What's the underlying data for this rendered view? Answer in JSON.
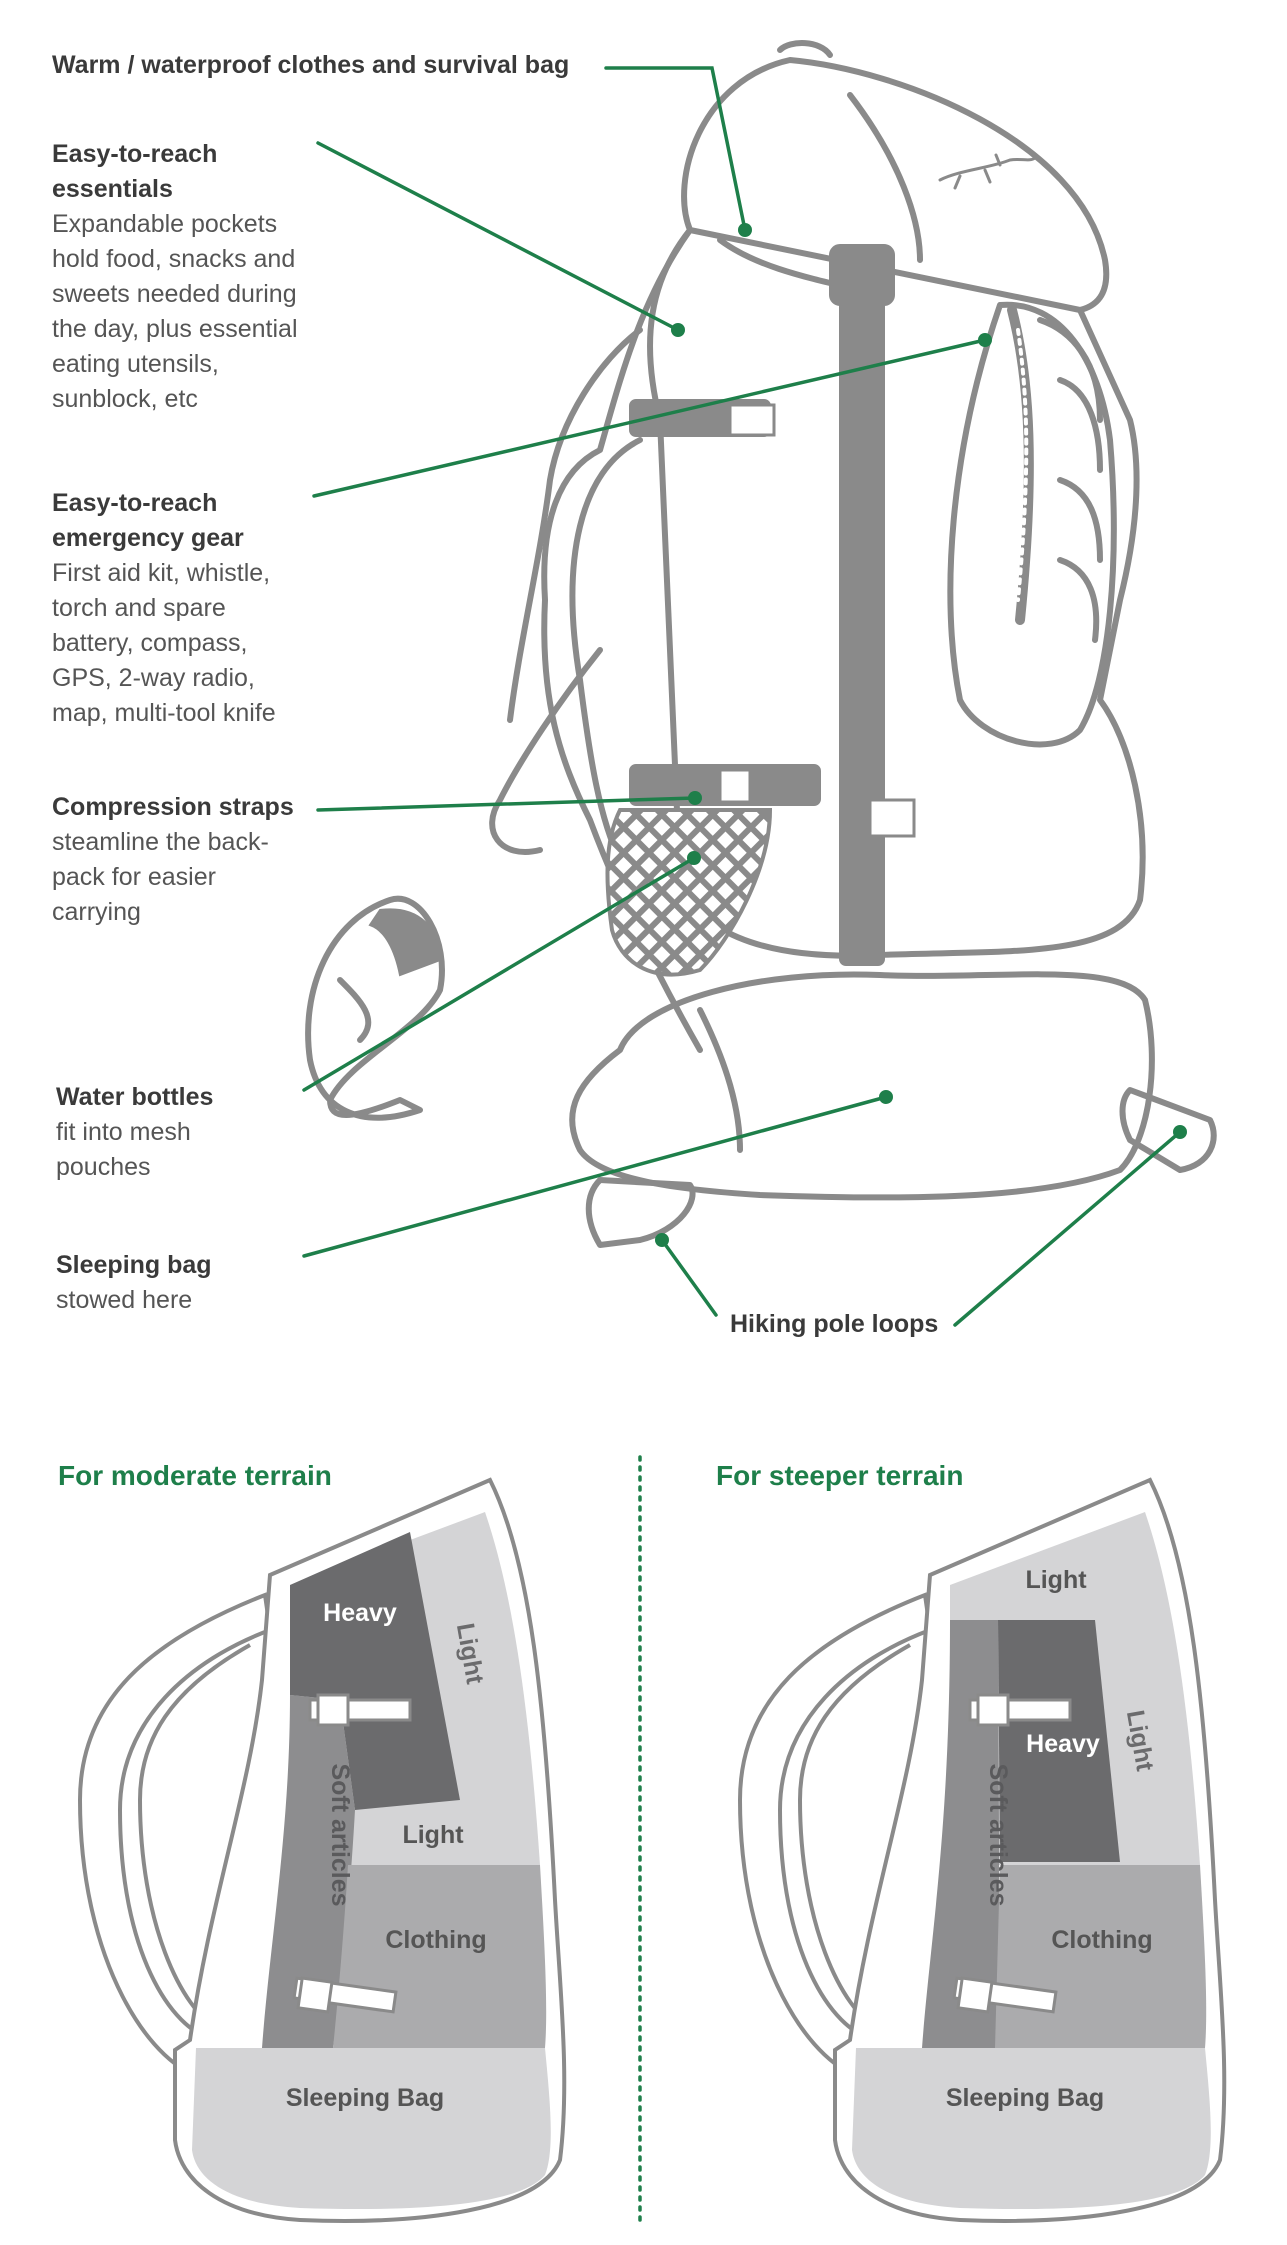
{
  "callouts": {
    "warm": {
      "title": "Warm / waterproof clothes and survival bag"
    },
    "essentials": {
      "title_lines": [
        "Easy-to-reach",
        "essentials"
      ],
      "desc_lines": [
        "Expandable pockets",
        "hold food, snacks and",
        "sweets needed during",
        "the day, plus essential",
        "eating utensils,",
        "sunblock, etc"
      ]
    },
    "emergency": {
      "title_lines": [
        "Easy-to-reach",
        "emergency gear"
      ],
      "desc_lines": [
        "First aid kit, whistle,",
        "torch and spare",
        "battery, compass,",
        "GPS, 2-way radio,",
        "map, multi-tool knife"
      ]
    },
    "compression": {
      "title_lines": [
        "Compression straps"
      ],
      "desc_lines": [
        "steamline the back-",
        "pack for easier",
        "carrying"
      ]
    },
    "water": {
      "title_lines": [
        "Water bottles"
      ],
      "desc_lines": [
        "fit into mesh",
        "pouches"
      ]
    },
    "sleeping": {
      "title_lines": [
        "Sleeping bag"
      ],
      "desc_lines": [
        "stowed here"
      ]
    },
    "poles": {
      "title": "Hiking pole loops"
    }
  },
  "panels": {
    "moderate": {
      "title": "For moderate terrain",
      "zones": {
        "heavy": "Heavy",
        "light_side": "Light",
        "light_mid": "Light",
        "soft": "Soft articles",
        "clothing": "Clothing",
        "sleeping": "Sleeping Bag"
      }
    },
    "steeper": {
      "title": "For steeper terrain",
      "zones": {
        "light_top": "Light",
        "heavy": "Heavy",
        "light_side": "Light",
        "soft": "Soft articles",
        "clothing": "Clothing",
        "sleeping": "Sleeping Bag"
      }
    }
  },
  "colors": {
    "accent": "#1e7f4a",
    "outline": "#8a8a8a",
    "heavy": "#6b6b6d",
    "soft": "#8d8d8f",
    "clothing": "#ababad",
    "light": "#d4d4d6"
  }
}
